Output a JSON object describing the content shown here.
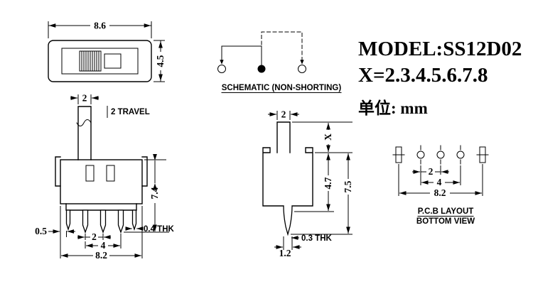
{
  "colors": {
    "background": "#ffffff",
    "line": "#000000"
  },
  "title_block": {
    "model": "MODEL:SS12D02",
    "x_range": "X=2.3.4.5.6.7.8",
    "unit": "单位: mm"
  },
  "top_view": {
    "dim_width": "8.6",
    "dim_height": "4.5"
  },
  "schematic": {
    "label": "SCHEMATIC (NON-SHORTING)"
  },
  "front_view": {
    "dim_knob_width": "2",
    "travel_label": "2 TRAVEL",
    "dim_height": "7.4",
    "dim_leg_offset": "0.5",
    "dim_pin_pitch": "2",
    "dim_pin_span": "4",
    "dim_body_width": "8.2",
    "thickness_label": "0.4 THK"
  },
  "side_view": {
    "dim_knob_width": "2",
    "dim_knob_height": "X",
    "dim_body_height": "4.7",
    "dim_total_height": "7.5",
    "thickness_label": "0.3 THK",
    "dim_pin_width": "1.2"
  },
  "pcb_layout": {
    "dim_pitch": "2",
    "dim_span": "4",
    "dim_width": "8.2",
    "label_line1": "P.C.B LAYOUT",
    "label_line2": "BOTTOM VIEW"
  }
}
